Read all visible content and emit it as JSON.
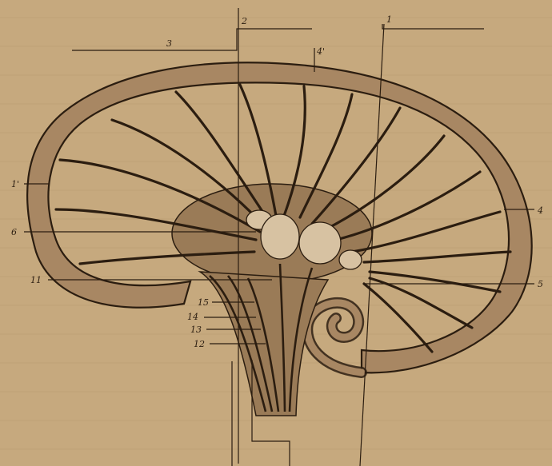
{
  "figure": {
    "labels": [
      {
        "id": "l1",
        "text": "2"
      },
      {
        "id": "l2",
        "text": "3"
      },
      {
        "id": "l3",
        "text": "1"
      },
      {
        "id": "l4",
        "text": "4'"
      },
      {
        "id": "l5",
        "text": "1'"
      },
      {
        "id": "l6",
        "text": "4"
      },
      {
        "id": "l7",
        "text": "6"
      },
      {
        "id": "l8",
        "text": "11"
      },
      {
        "id": "l9",
        "text": "5"
      },
      {
        "id": "l10",
        "text": "15"
      },
      {
        "id": "l11",
        "text": "14"
      },
      {
        "id": "l12",
        "text": "13"
      },
      {
        "id": "l13",
        "text": "12"
      }
    ],
    "colors": {
      "paper": "#c6a97e",
      "ink": "#2b1d10",
      "shell": "#a88763",
      "core": "#9a7b57",
      "ganglion": "#d7c2a2"
    }
  }
}
